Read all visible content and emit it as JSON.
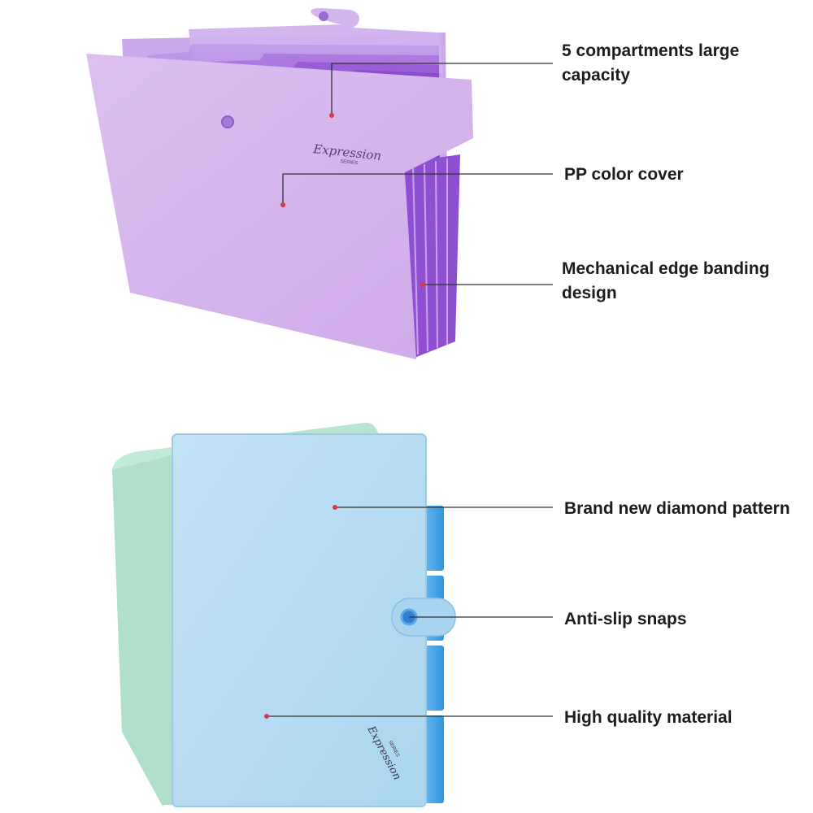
{
  "colors": {
    "background": "#ffffff",
    "purple_cover": "#d7b8ee",
    "purple_inner": "#8a4ad0",
    "blue_cover": "#b7dcf2",
    "green_cover": "#b7e6d2",
    "blue_tabs": "#3fa3e6",
    "marker": "#d9364a",
    "leader_line": "#333333"
  },
  "folder_branding": {
    "script": "Expression",
    "sub": "SERIES"
  },
  "callouts": [
    {
      "id": "compartments",
      "line1": "5 compartments large",
      "line2": "capacity"
    },
    {
      "id": "pp-cover",
      "line1": "PP color cover",
      "line2": ""
    },
    {
      "id": "edge-banding",
      "line1": "Mechanical edge banding",
      "line2": "design"
    },
    {
      "id": "diamond-pattern",
      "line1": "Brand new diamond pattern",
      "line2": ""
    },
    {
      "id": "anti-slip",
      "line1": "Anti-slip snaps",
      "line2": ""
    },
    {
      "id": "material",
      "line1": "High quality material",
      "line2": ""
    }
  ]
}
